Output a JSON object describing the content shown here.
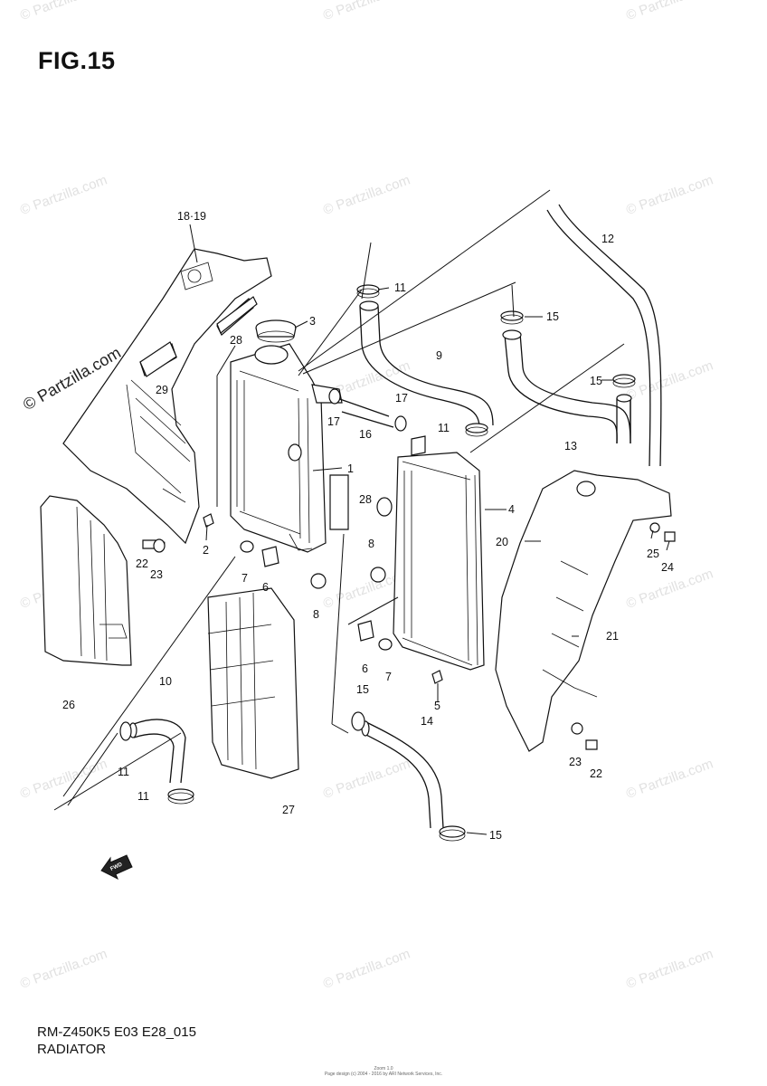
{
  "figure_title": "FIG.15",
  "model_code": "RM-Z450K5 E03 E28_015",
  "section_name": "RADIATOR",
  "watermark_text": "© Partzilla.com",
  "footer_line1": "Zoom 1.0",
  "footer_line2": "Page design (c) 2004 - 2016 by ARI Network Services, Inc.",
  "fwd_label": "FWD",
  "callouts": {
    "c1819": "18·19",
    "c1": "1",
    "c2": "2",
    "c3": "3",
    "c4": "4",
    "c5": "5",
    "c6a": "6",
    "c6b": "6",
    "c7a": "7",
    "c7b": "7",
    "c8a": "8",
    "c8b": "8",
    "c9": "9",
    "c10": "10",
    "c11a": "11",
    "c11b": "11",
    "c11c": "11",
    "c11d": "11",
    "c12": "12",
    "c13": "13",
    "c14": "14",
    "c15a": "15",
    "c15b": "15",
    "c15c": "15",
    "c15d": "15",
    "c16": "16",
    "c17a": "17",
    "c17b": "17",
    "c20": "20",
    "c21": "21",
    "c22a": "22",
    "c22b": "22",
    "c23a": "23",
    "c23b": "23",
    "c24": "24",
    "c25": "25",
    "c26": "26",
    "c27": "27",
    "c28a": "28",
    "c28b": "28",
    "c29": "29"
  }
}
